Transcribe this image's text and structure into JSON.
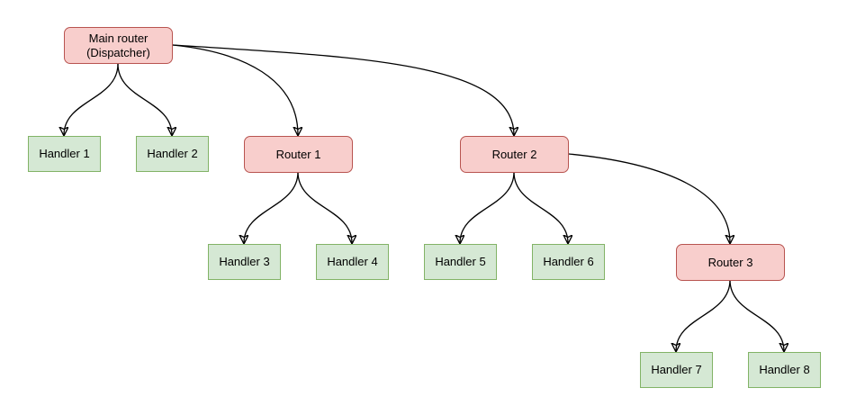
{
  "diagram": {
    "type": "flowchart",
    "background": "#ffffff",
    "colors": {
      "router_fill": "#f8cecc",
      "router_border": "#b85450",
      "handler_fill": "#d5e8d4",
      "handler_border": "#82b366",
      "edge_color": "#000000"
    },
    "nodes": {
      "main": {
        "type": "router",
        "line1": "Main router",
        "line2": "(Dispatcher)"
      },
      "router1": {
        "type": "router",
        "label": "Router 1"
      },
      "router2": {
        "type": "router",
        "label": "Router 2"
      },
      "router3": {
        "type": "router",
        "label": "Router 3"
      },
      "handler1": {
        "type": "handler",
        "label": "Handler 1"
      },
      "handler2": {
        "type": "handler",
        "label": "Handler 2"
      },
      "handler3": {
        "type": "handler",
        "label": "Handler 3"
      },
      "handler4": {
        "type": "handler",
        "label": "Handler 4"
      },
      "handler5": {
        "type": "handler",
        "label": "Handler 5"
      },
      "handler6": {
        "type": "handler",
        "label": "Handler 6"
      },
      "handler7": {
        "type": "handler",
        "label": "Handler 7"
      },
      "handler8": {
        "type": "handler",
        "label": "Handler 8"
      }
    },
    "edges": [
      {
        "from": "main",
        "to": "handler1"
      },
      {
        "from": "main",
        "to": "handler2"
      },
      {
        "from": "main",
        "to": "router1"
      },
      {
        "from": "main",
        "to": "router2"
      },
      {
        "from": "router1",
        "to": "handler3"
      },
      {
        "from": "router1",
        "to": "handler4"
      },
      {
        "from": "router2",
        "to": "handler5"
      },
      {
        "from": "router2",
        "to": "handler6"
      },
      {
        "from": "router2",
        "to": "router3"
      },
      {
        "from": "router3",
        "to": "handler7"
      },
      {
        "from": "router3",
        "to": "handler8"
      }
    ]
  }
}
